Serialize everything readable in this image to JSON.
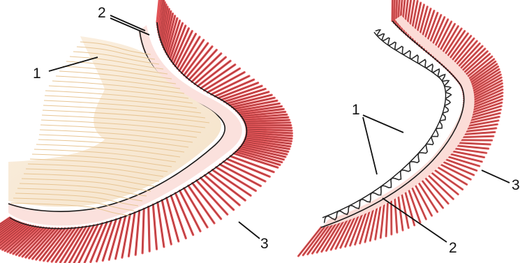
{
  "labels": {
    "left": {
      "one": "1",
      "two": "2",
      "three": "3"
    },
    "right": {
      "one": "1",
      "two": "2",
      "three": "3"
    }
  },
  "colors": {
    "background": "#ffffff",
    "filament_dark": "#d63a3e",
    "filament_light": "#f6b6b0",
    "filament_edge": "#5b1a1a",
    "septum_fill": "#fbe0dc",
    "septum_line": "#1a1a1a",
    "raker": "#e8c79a",
    "leader": "#111111"
  },
  "icons": {
    "left_fig": "gill-arch-with-rakers",
    "right_fig": "gill-arch-with-papillae"
  }
}
